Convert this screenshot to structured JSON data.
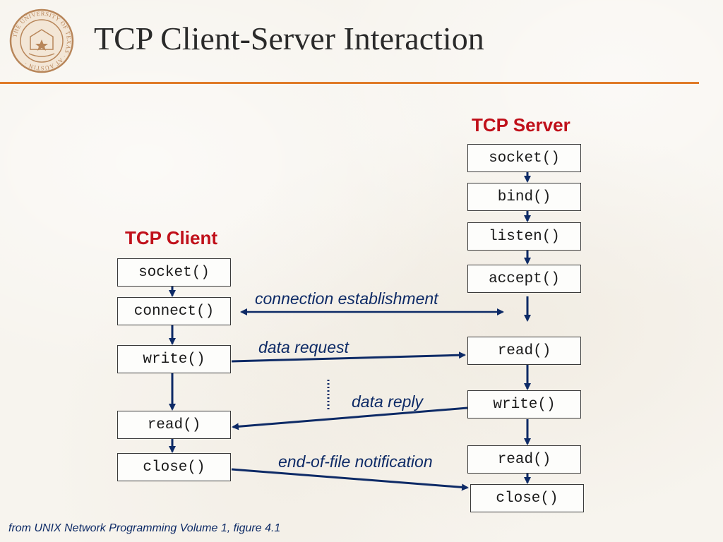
{
  "header": {
    "title": "TCP Client-Server Interaction",
    "accent_color": "#e07b28"
  },
  "seal": {
    "icon": "university-seal-icon",
    "ring_text": "THE UNIVERSITY OF TEXAS AT AUSTIN",
    "color": "#b8865a"
  },
  "client": {
    "heading": "TCP Client",
    "calls": [
      "socket()",
      "connect()",
      "write()",
      "read()",
      "close()"
    ]
  },
  "server": {
    "heading": "TCP Server",
    "calls": [
      "socket()",
      "bind()",
      "listen()",
      "accept()",
      "read()",
      "write()",
      "read()",
      "close()"
    ]
  },
  "flows": {
    "connection": "connection establishment",
    "request": "data request",
    "reply": "data reply",
    "eof": "end-of-file notification"
  },
  "footer": {
    "source": "from UNIX Network Programming Volume 1, figure 4.1"
  },
  "colors": {
    "heading": "#c0101a",
    "arrow": "#0d2a66",
    "box_border": "#3a3a3a"
  }
}
